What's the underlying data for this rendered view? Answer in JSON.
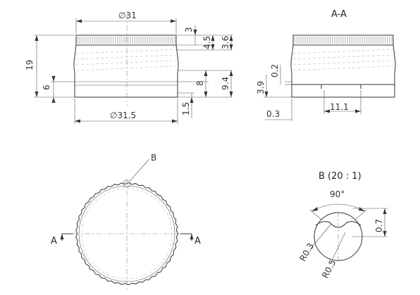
{
  "view_front": {
    "dia_top": "∅31",
    "dia_bottom": "∅31.5",
    "dim_3": "3",
    "dim_4_5": "4.5",
    "dim_3_6": "3.6",
    "dim_19": "19",
    "dim_6": "6",
    "dim_8": "8",
    "dim_9_4": "9.4",
    "dim_1_5": "1.5"
  },
  "section": {
    "title": "A-A",
    "dim_0_2": "0.2",
    "dim_3_9": "3.9",
    "dim_0_3": "0.3",
    "dim_11_1": "11.1"
  },
  "view_top": {
    "detail_callout": "B",
    "cut_left": "A",
    "cut_right": "A"
  },
  "detail": {
    "title": "B (20 : 1)",
    "angle": "90°",
    "dim_0_7": "0.7",
    "r_0_3": "R0.3",
    "r_0_5": "R0.5"
  }
}
